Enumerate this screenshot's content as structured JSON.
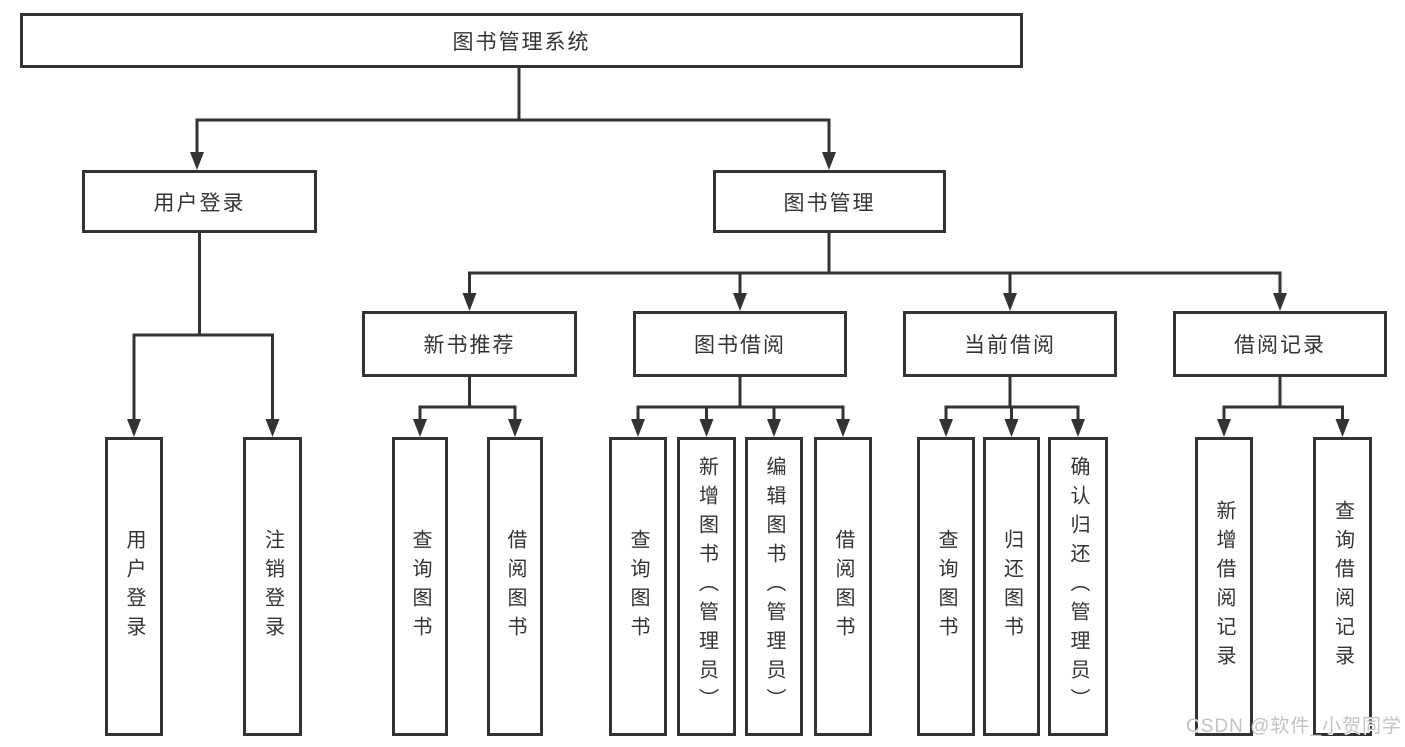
{
  "diagram": {
    "root": {
      "label": "图书管理系统"
    },
    "branches": [
      {
        "label": "用户登录",
        "children": [
          {
            "label": "用户登录"
          },
          {
            "label": "注销登录"
          }
        ]
      },
      {
        "label": "图书管理",
        "children": [
          {
            "label": "新书推荐",
            "children": [
              {
                "label": "查询图书"
              },
              {
                "label": "借阅图书"
              }
            ]
          },
          {
            "label": "图书借阅",
            "children": [
              {
                "label": "查询图书"
              },
              {
                "label": "新增图书（管理员）"
              },
              {
                "label": "编辑图书（管理员）"
              },
              {
                "label": "借阅图书"
              }
            ]
          },
          {
            "label": "当前借阅",
            "children": [
              {
                "label": "查询图书"
              },
              {
                "label": "归还图书"
              },
              {
                "label": "确认归还（管理员）"
              }
            ]
          },
          {
            "label": "借阅记录",
            "children": [
              {
                "label": "新增借阅记录"
              },
              {
                "label": "查询借阅记录"
              }
            ]
          }
        ]
      }
    ]
  },
  "watermark": {
    "text": "CSDN @软件_小贺同学"
  },
  "colors": {
    "line": "#333333",
    "box_border": "#333333",
    "text": "#333333",
    "watermark": "#c3c3c3",
    "background": "#ffffff"
  }
}
